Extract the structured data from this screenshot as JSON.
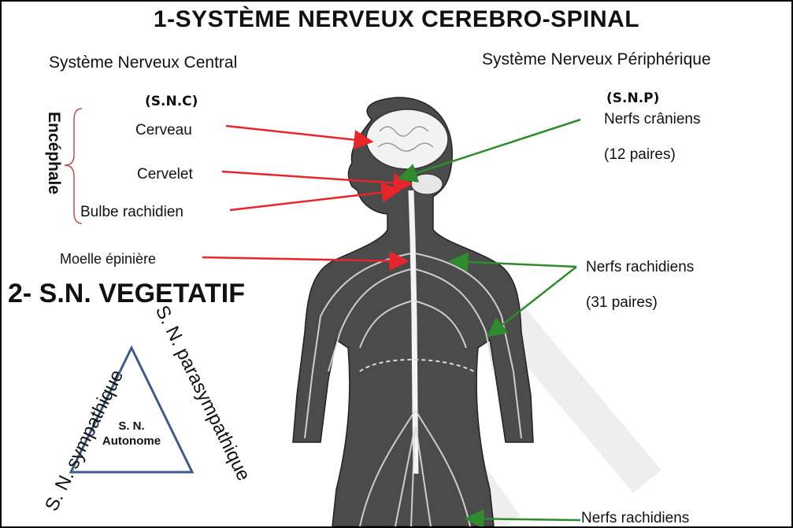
{
  "title": "1-SYSTÈME NERVEUX CEREBRO-SPINAL",
  "central": {
    "heading": "Système Nerveux  Central",
    "abbr": "(S.N.C)"
  },
  "peripheral": {
    "heading": "Système Nerveux  Périphérique",
    "abbr": "(S.N.P)"
  },
  "brace_label": "Encéphale",
  "left_labels": {
    "cerveau": "Cerveau",
    "cervelet": "Cervelet",
    "bulbe": "Bulbe rachidien",
    "moelle": "Moelle épinière"
  },
  "right_labels": {
    "nerfs_craniens": "Nerfs crâniens",
    "nerfs_craniens_count": "(12 paires)",
    "nerfs_rachidiens": "Nerfs rachidiens",
    "nerfs_rachidiens_count": "(31 paires)",
    "nerfs_rachidiens_bottom": "Nerfs rachidiens"
  },
  "section2": {
    "title": "2- S.N. VEGETATIF",
    "triangle_center": [
      "S. N.",
      "Autonome"
    ],
    "side_left": "S. N. sympathique",
    "side_right": "S. N. parasympathique"
  },
  "colors": {
    "red_arrow": "#e8252a",
    "green_arrow": "#2e8b2e",
    "body": "#4a4a4a",
    "triangle": "#3d5a8a",
    "brace": "#c0504d"
  }
}
